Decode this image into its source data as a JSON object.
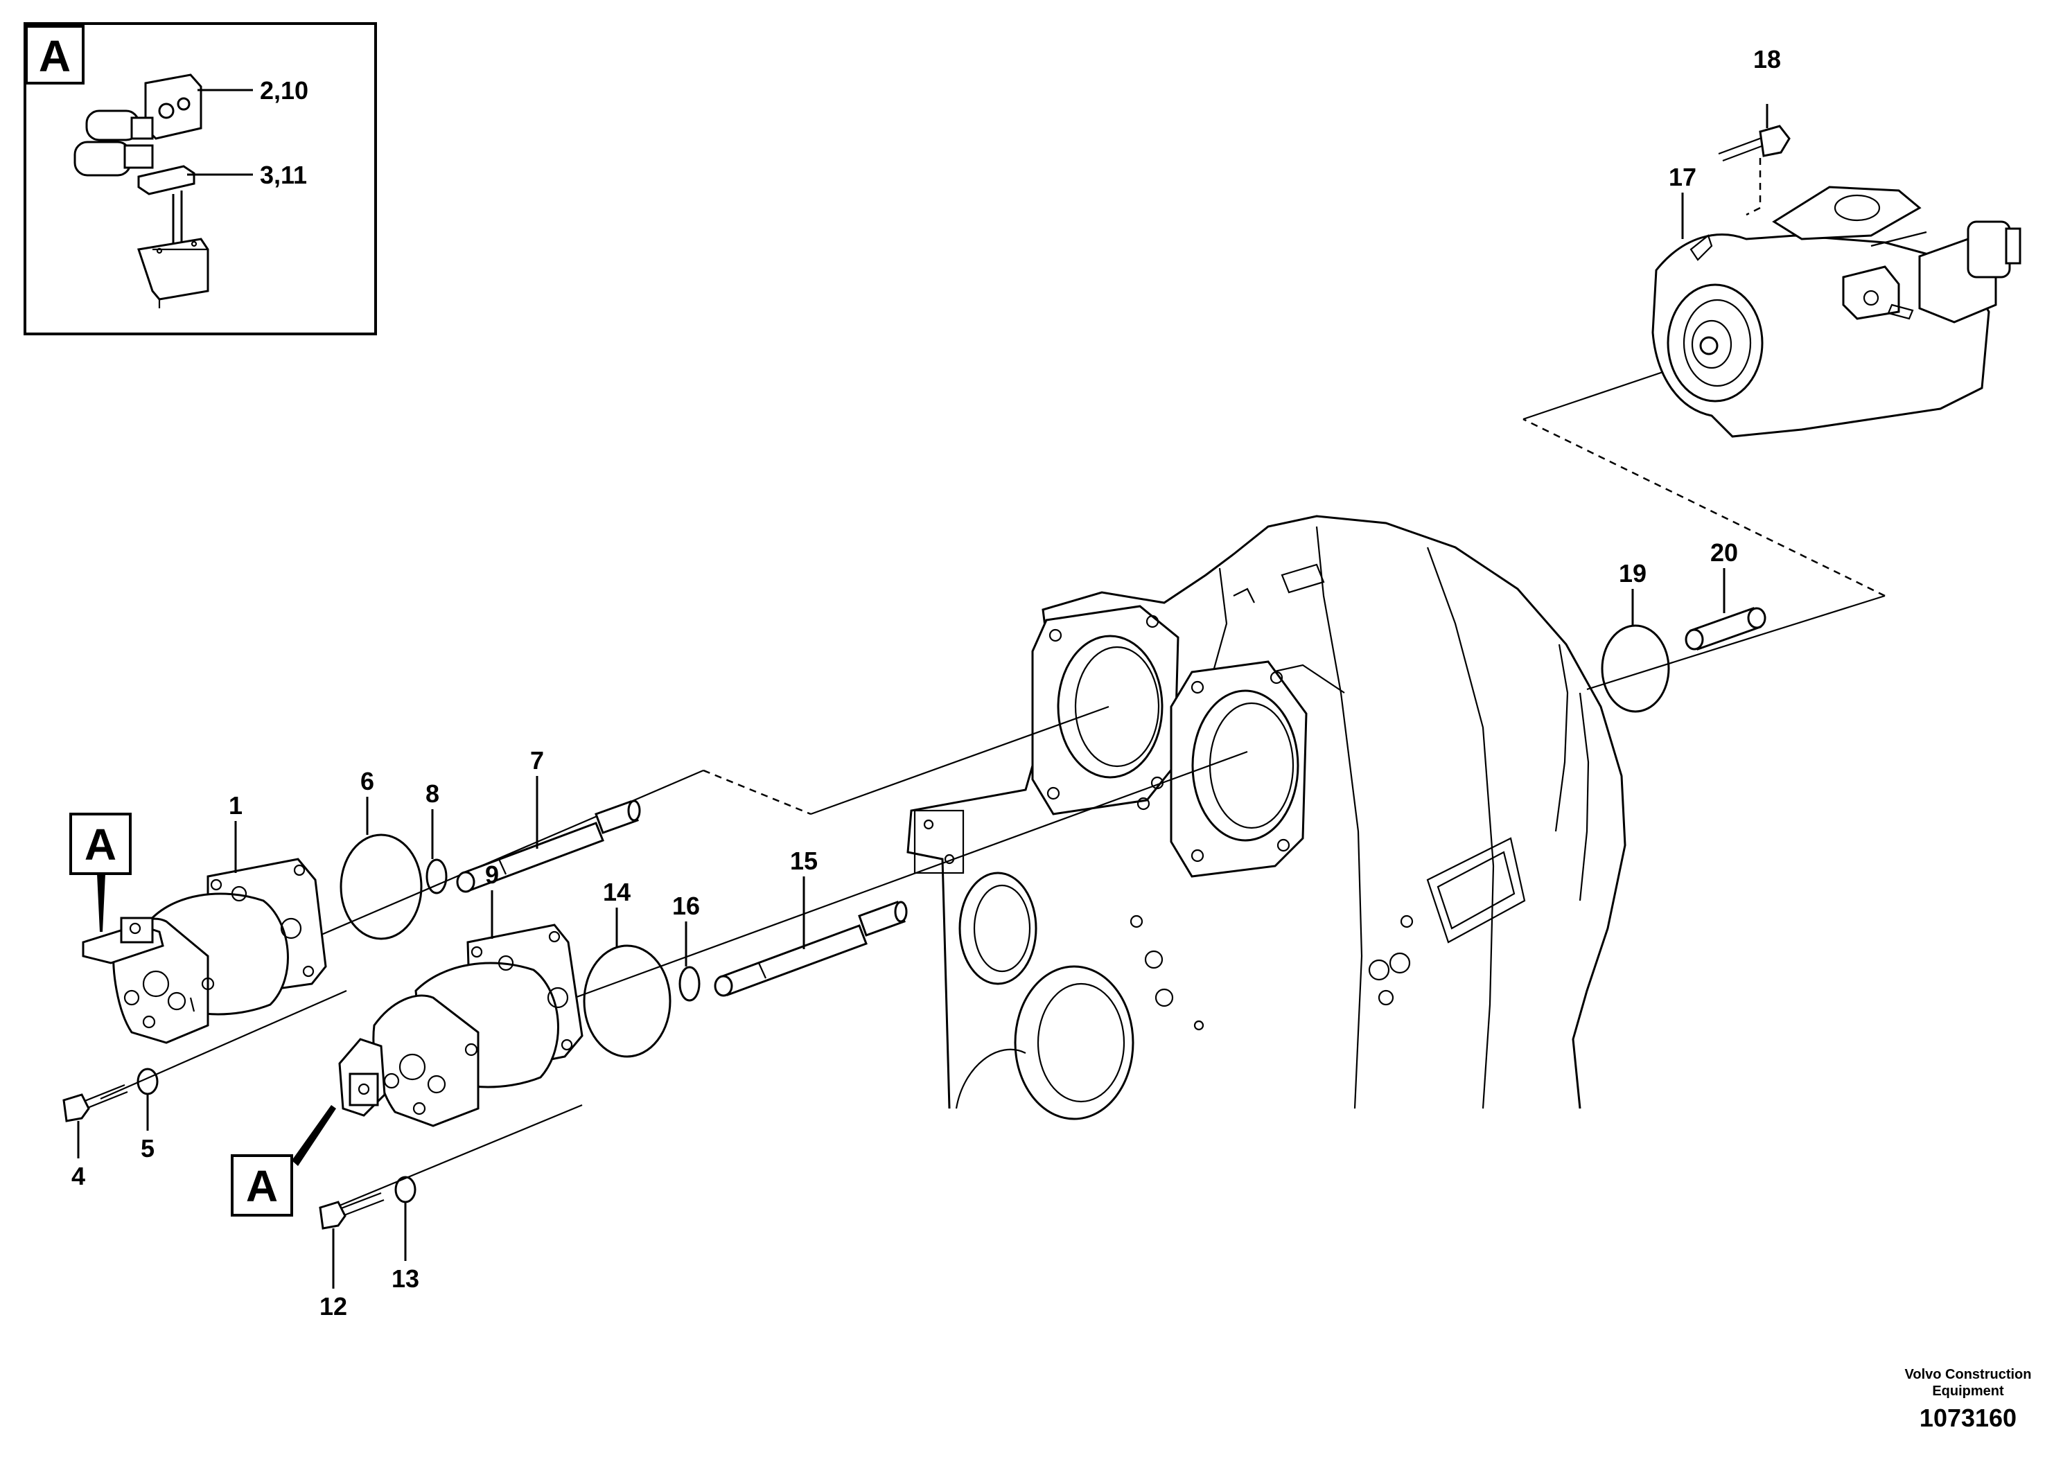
{
  "detail_view": {
    "letter": "A",
    "callouts": [
      "2,10",
      "3,11"
    ]
  },
  "view_markers": [
    "A",
    "A"
  ],
  "callouts": {
    "c1": "1",
    "c4": "4",
    "c5": "5",
    "c6": "6",
    "c7": "7",
    "c8": "8",
    "c9": "9",
    "c12": "12",
    "c13": "13",
    "c14": "14",
    "c15": "15",
    "c16": "16",
    "c17": "17",
    "c18": "18",
    "c19": "19",
    "c20": "20"
  },
  "footer": {
    "brand_line1": "Volvo Construction",
    "brand_line2": "Equipment",
    "drawing_number": "1073160"
  }
}
